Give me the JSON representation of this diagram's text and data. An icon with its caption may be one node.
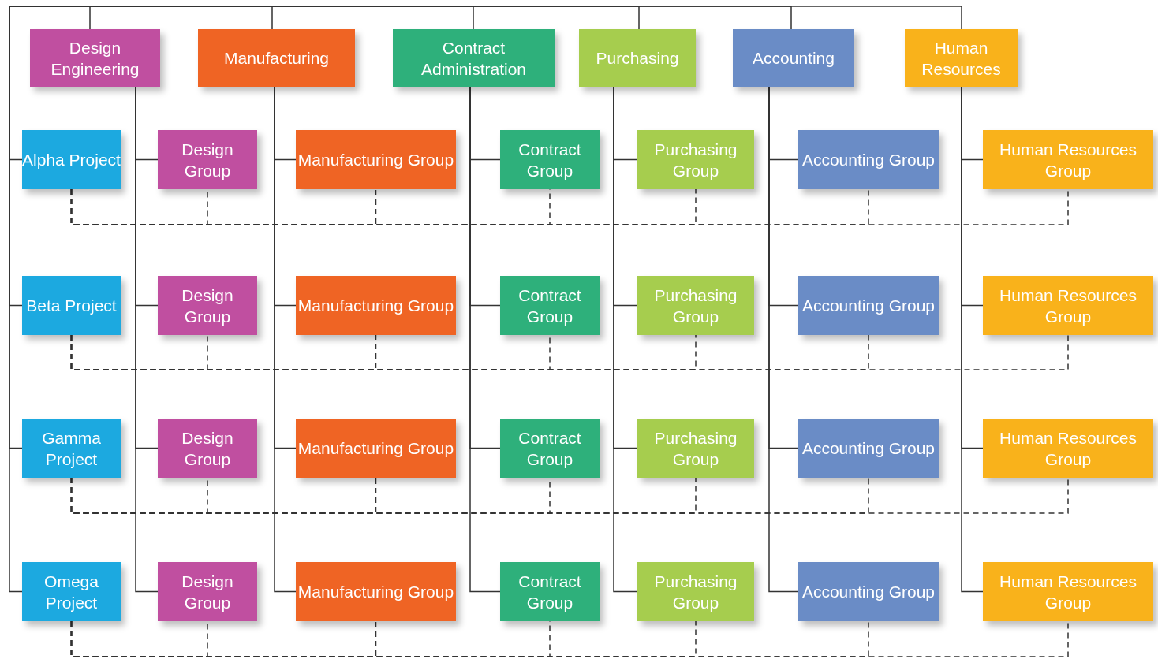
{
  "diagram": {
    "nodes": [
      {
        "text": [
          "Design Engineering"
        ]
      },
      {
        "text": [
          "Manufacturing"
        ]
      },
      {
        "text": [
          "Contract Administration"
        ]
      },
      {
        "text": [
          "Purchasing"
        ]
      },
      {
        "text": [
          "Accounting"
        ]
      },
      {
        "text": [
          "Human Resources"
        ]
      },
      {
        "text": [
          "Alpha Project"
        ]
      },
      {
        "text": [
          "Design Group"
        ]
      },
      {
        "text": [
          "Manufacturing Group"
        ]
      },
      {
        "text": [
          "Contract Group"
        ]
      },
      {
        "text": [
          "Purchasing Group"
        ]
      },
      {
        "text": [
          "Accounting Group"
        ]
      },
      {
        "text": [
          "Human Resources Group"
        ]
      },
      {
        "text": [
          "Beta Project"
        ]
      },
      {
        "text": [
          "Design Group"
        ]
      },
      {
        "text": [
          "Manufacturing Group"
        ]
      },
      {
        "text": [
          "Contract Group"
        ]
      },
      {
        "text": [
          "Purchasing Group"
        ]
      },
      {
        "text": [
          "Accounting Group"
        ]
      },
      {
        "text": [
          "Human Resources Group"
        ]
      },
      {
        "text": [
          "Gamma Project"
        ]
      },
      {
        "text": [
          "Design Group"
        ]
      },
      {
        "text": [
          "Manufacturing Group"
        ]
      },
      {
        "text": [
          "Contract Group"
        ]
      },
      {
        "text": [
          "Purchasing Group"
        ]
      },
      {
        "text": [
          "Accounting Group"
        ]
      },
      {
        "text": [
          "Human Resources Group"
        ]
      },
      {
        "text": [
          "Omega Project"
        ]
      },
      {
        "text": [
          "Design Group"
        ]
      },
      {
        "text": [
          "Manufacturing Group"
        ]
      },
      {
        "text": [
          "Contract Group"
        ]
      },
      {
        "text": [
          "Purchasing Group"
        ]
      },
      {
        "text": [
          "Accounting Group"
        ]
      },
      {
        "text": [
          "Human Resources Group"
        ]
      }
    ],
    "edges": [
      {
        "from": null,
        "to": 0,
        "arrow": "none"
      },
      {
        "from": null,
        "to": 1,
        "arrow": "none"
      },
      {
        "from": null,
        "to": 2,
        "arrow": "none"
      },
      {
        "from": null,
        "to": 3,
        "arrow": "none"
      },
      {
        "from": null,
        "to": 4,
        "arrow": "none"
      },
      {
        "from": null,
        "to": 5,
        "arrow": "none"
      },
      {
        "from": null,
        "to": 6,
        "arrow": "none"
      },
      {
        "from": null,
        "to": 13,
        "arrow": "none"
      },
      {
        "from": null,
        "to": 20,
        "arrow": "none"
      },
      {
        "from": null,
        "to": 27,
        "arrow": "none"
      },
      {
        "from": 0,
        "to": 7,
        "arrow": "none"
      },
      {
        "from": 0,
        "to": 14,
        "arrow": "none"
      },
      {
        "from": 0,
        "to": 21,
        "arrow": "none"
      },
      {
        "from": 0,
        "to": 28,
        "arrow": "none"
      },
      {
        "from": 1,
        "to": 8,
        "arrow": "none"
      },
      {
        "from": 1,
        "to": 15,
        "arrow": "none"
      },
      {
        "from": 1,
        "to": 22,
        "arrow": "none"
      },
      {
        "from": 1,
        "to": 29,
        "arrow": "none"
      },
      {
        "from": 2,
        "to": 9,
        "arrow": "none"
      },
      {
        "from": 2,
        "to": 16,
        "arrow": "none"
      },
      {
        "from": 2,
        "to": 23,
        "arrow": "none"
      },
      {
        "from": 2,
        "to": 30,
        "arrow": "none"
      },
      {
        "from": 3,
        "to": 10,
        "arrow": "none"
      },
      {
        "from": 3,
        "to": 17,
        "arrow": "none"
      },
      {
        "from": 3,
        "to": 24,
        "arrow": "none"
      },
      {
        "from": 3,
        "to": 31,
        "arrow": "none"
      },
      {
        "from": 4,
        "to": 11,
        "arrow": "none"
      },
      {
        "from": 4,
        "to": 18,
        "arrow": "none"
      },
      {
        "from": 4,
        "to": 25,
        "arrow": "none"
      },
      {
        "from": 4,
        "to": 32,
        "arrow": "none"
      },
      {
        "from": 5,
        "to": 12,
        "arrow": "none"
      },
      {
        "from": 5,
        "to": 19,
        "arrow": "none"
      },
      {
        "from": 5,
        "to": 26,
        "arrow": "none"
      },
      {
        "from": 5,
        "to": 33,
        "arrow": "none"
      },
      {
        "from": 6,
        "to": 7,
        "arrow": "none",
        "style": "dashed"
      },
      {
        "from": 6,
        "to": 8,
        "arrow": "none",
        "style": "dashed"
      },
      {
        "from": 6,
        "to": 9,
        "arrow": "none",
        "style": "dashed"
      },
      {
        "from": 6,
        "to": 10,
        "arrow": "none",
        "style": "dashed"
      },
      {
        "from": 6,
        "to": 11,
        "arrow": "none",
        "style": "dashed"
      },
      {
        "from": 6,
        "to": 12,
        "arrow": "none",
        "style": "dashed"
      },
      {
        "from": 13,
        "to": 14,
        "arrow": "none",
        "style": "dashed"
      },
      {
        "from": 13,
        "to": 15,
        "arrow": "none",
        "style": "dashed"
      },
      {
        "from": 13,
        "to": 16,
        "arrow": "none",
        "style": "dashed"
      },
      {
        "from": 13,
        "to": 17,
        "arrow": "none",
        "style": "dashed"
      },
      {
        "from": 13,
        "to": 18,
        "arrow": "none",
        "style": "dashed"
      },
      {
        "from": 13,
        "to": 19,
        "arrow": "none",
        "style": "dashed"
      },
      {
        "from": 20,
        "to": 21,
        "arrow": "none",
        "style": "dashed"
      },
      {
        "from": 20,
        "to": 22,
        "arrow": "none",
        "style": "dashed"
      },
      {
        "from": 20,
        "to": 23,
        "arrow": "none",
        "style": "dashed"
      },
      {
        "from": 20,
        "to": 24,
        "arrow": "none",
        "style": "dashed"
      },
      {
        "from": 20,
        "to": 25,
        "arrow": "none",
        "style": "dashed"
      },
      {
        "from": 20,
        "to": 26,
        "arrow": "none",
        "style": "dashed"
      },
      {
        "from": 27,
        "to": 28,
        "arrow": "none",
        "style": "dashed"
      },
      {
        "from": 27,
        "to": 29,
        "arrow": "none",
        "style": "dashed"
      },
      {
        "from": 27,
        "to": 30,
        "arrow": "none",
        "style": "dashed"
      },
      {
        "from": 27,
        "to": 31,
        "arrow": "none",
        "style": "dashed"
      },
      {
        "from": 27,
        "to": 32,
        "arrow": "none",
        "style": "dashed"
      },
      {
        "from": 27,
        "to": 33,
        "arrow": "none",
        "style": "dashed"
      }
    ]
  }
}
